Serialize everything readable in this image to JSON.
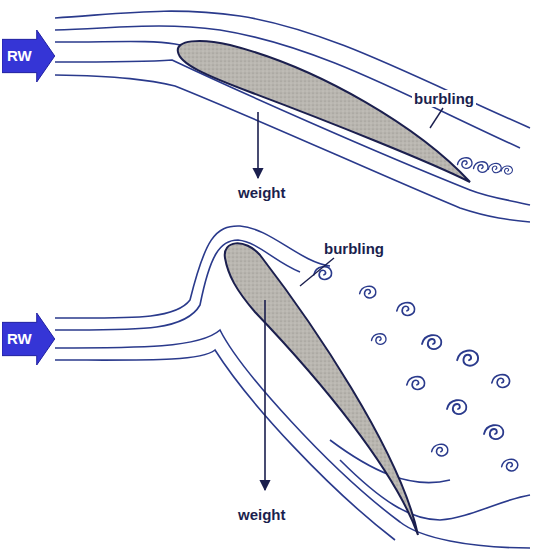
{
  "diagram": {
    "nodes": [
      {
        "text": [
          "RW"
        ]
      },
      {
        "text": [
          "RW"
        ]
      }
    ],
    "labels": [
      "burbling",
      "weight",
      "burbling",
      "weight"
    ]
  }
}
